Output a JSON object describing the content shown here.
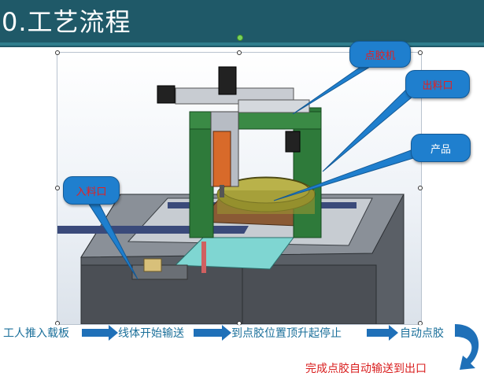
{
  "slide": {
    "title": "0.工艺流程"
  },
  "callouts": {
    "dispenser": "点胶机",
    "outlet": "出料口",
    "product": "产品",
    "inlet": "入料口"
  },
  "flow": {
    "steps": [
      "工人推入载板",
      "线体开始输送",
      "到点胶位置顶升起停止",
      "自动点胶"
    ],
    "final": "完成点胶自动输送到出口"
  },
  "colors": {
    "header": "#1f5968",
    "callout_fill": "#1f7fce",
    "callout_text": "#e61f1f",
    "flow_text": "#1a6f9a",
    "arrow": "#1f70b8"
  }
}
